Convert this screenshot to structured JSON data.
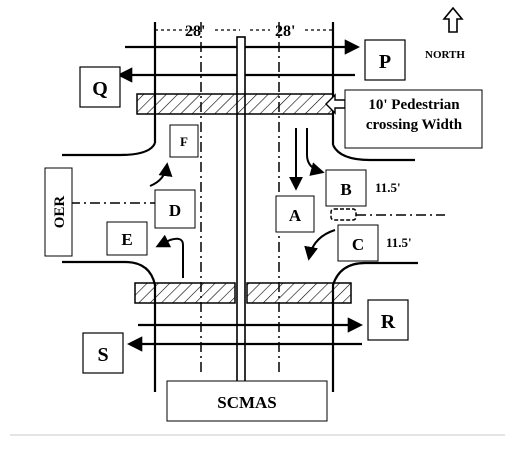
{
  "dimensions": {
    "left_width": "28'",
    "right_width": "28'"
  },
  "north_label": "NORTH",
  "directions": {
    "P": "P",
    "Q": "Q",
    "R": "R",
    "S": "S"
  },
  "movements": {
    "A": "A",
    "B": "B",
    "C": "C",
    "D": "D",
    "E": "E",
    "F": "F"
  },
  "crossing_note": {
    "line1": "10' Pedestrian",
    "line2": "crossing Width"
  },
  "offsets": {
    "upper": "11.5'",
    "lower": "11.5'"
  },
  "side_road_label": "OER",
  "main_road_label": "SCMAS"
}
